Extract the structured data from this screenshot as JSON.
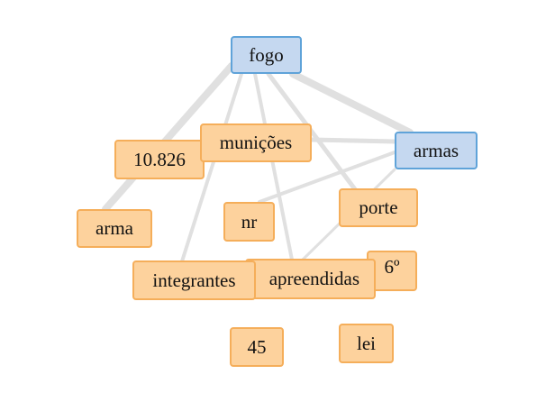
{
  "colors": {
    "term": "#fdd29d",
    "term_border": "#f5ae5a",
    "hub": "#c5d8f0",
    "hub_border": "#5fa3d9",
    "edge": "#e0e0e0"
  },
  "nodes": {
    "fogo": "fogo",
    "armas": "armas",
    "municoes": "munições",
    "n10826": "10.826",
    "arma": "arma",
    "nr": "nr",
    "porte": "porte",
    "sexto": "6º",
    "apreendidas": "apreendidas",
    "integrantes": "integrantes",
    "n45": "45",
    "lei": "lei"
  },
  "edges": [
    {
      "source": "fogo",
      "target": "arma",
      "weight": 3
    },
    {
      "source": "fogo",
      "target": "armas",
      "weight": 3
    },
    {
      "source": "fogo",
      "target": "integrantes",
      "weight": 1
    },
    {
      "source": "fogo",
      "target": "apreendidas",
      "weight": 1
    },
    {
      "source": "fogo",
      "target": "porte",
      "weight": 2
    },
    {
      "source": "municoes",
      "target": "armas",
      "weight": 2
    },
    {
      "source": "armas",
      "target": "nr",
      "weight": 1
    },
    {
      "source": "armas",
      "target": "apreendidas",
      "weight": 1
    }
  ]
}
